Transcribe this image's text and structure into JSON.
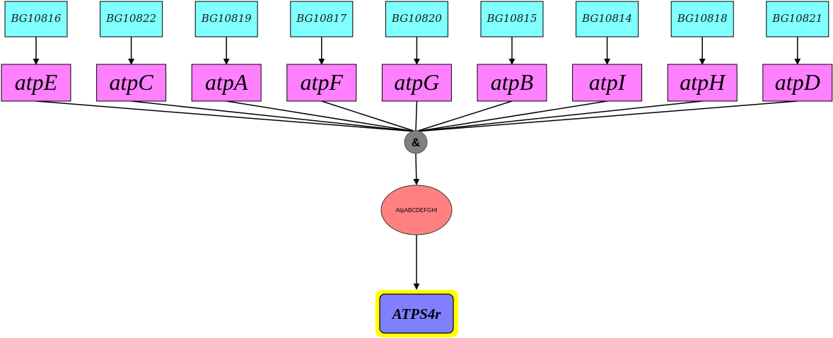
{
  "colors": {
    "bnumber_fill": "#80ffff",
    "gene_fill": "#ff80ff",
    "and_fill": "#808080",
    "complex_fill": "#ff8080",
    "reaction_fill": "#8080ff",
    "reaction_highlight": "#ffff00",
    "edge": "#000000"
  },
  "columns": [
    {
      "bnumber": "BG10816",
      "gene": "atpE"
    },
    {
      "bnumber": "BG10822",
      "gene": "atpC"
    },
    {
      "bnumber": "BG10819",
      "gene": "atpA"
    },
    {
      "bnumber": "BG10817",
      "gene": "atpF"
    },
    {
      "bnumber": "BG10820",
      "gene": "atpG"
    },
    {
      "bnumber": "BG10815",
      "gene": "atpB"
    },
    {
      "bnumber": "BG10814",
      "gene": "atpI"
    },
    {
      "bnumber": "BG10818",
      "gene": "atpH"
    },
    {
      "bnumber": "BG10821",
      "gene": "atpD"
    }
  ],
  "and_node": {
    "label": "&"
  },
  "complex": {
    "label": "AtpABCDEFGHI"
  },
  "reaction": {
    "label": "ATPS4r"
  }
}
